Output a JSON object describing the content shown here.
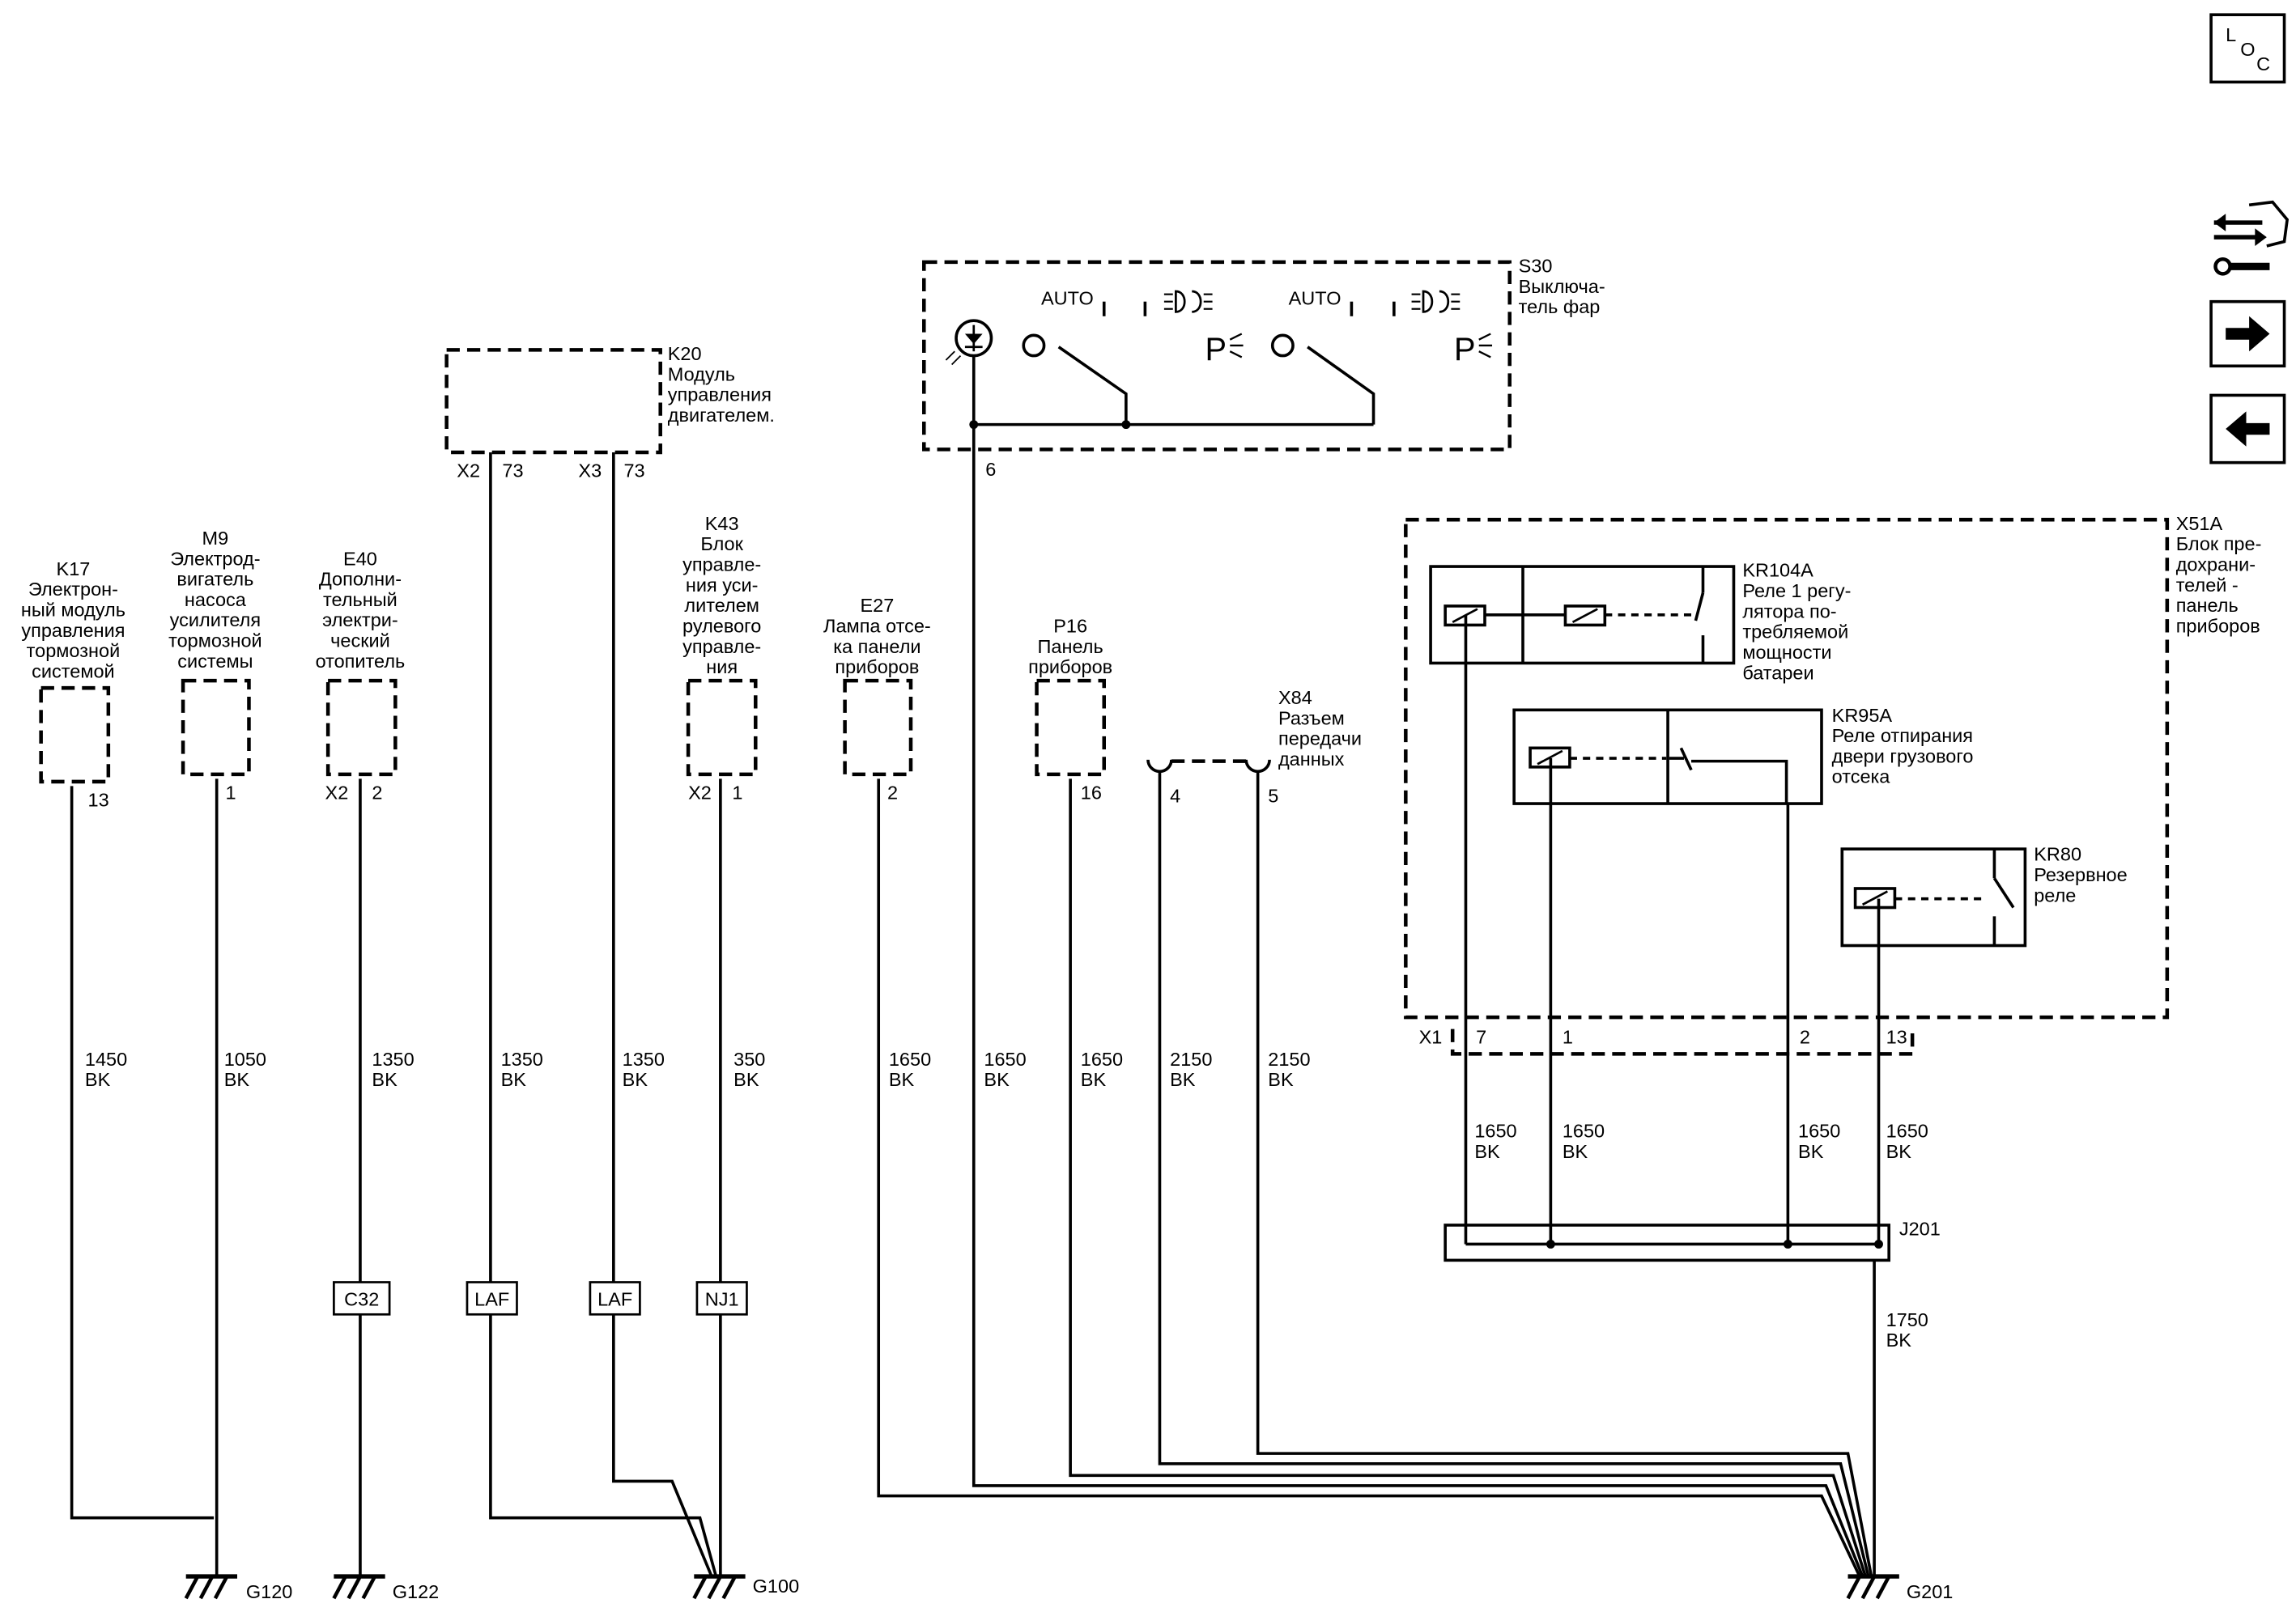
{
  "nav": {
    "loc": {
      "l": "L",
      "o": "O",
      "c": "C"
    }
  },
  "components": {
    "k17": {
      "id": "K17",
      "lines": [
        "Электрон-",
        "ный модуль",
        "управления",
        "тормозной",
        "системой"
      ],
      "pin": "13"
    },
    "m9": {
      "id": "M9",
      "lines": [
        "Электрод-",
        "вигатель",
        "насоса",
        "усилителя",
        "тормозной",
        "системы"
      ],
      "pin": "1"
    },
    "e40": {
      "id": "E40",
      "lines": [
        "Дополни-",
        "тельный",
        "электри-",
        "ческий",
        "отопитель"
      ],
      "conn": "X2",
      "pin": "2"
    },
    "k20": {
      "id": "K20",
      "lines": [
        "Модуль",
        "управления",
        "двигателем."
      ],
      "conn1": "X2",
      "pin1": "73",
      "conn2": "X3",
      "pin2": "73"
    },
    "k43": {
      "id": "K43",
      "lines": [
        "Блок",
        "управле-",
        "ния уси-",
        "лителем",
        "рулевого",
        "управле-",
        "ния"
      ],
      "conn": "X2",
      "pin": "1"
    },
    "e27": {
      "id": "E27",
      "lines": [
        "Лампа отсе-",
        "ка панели",
        "приборов"
      ],
      "pin": "2"
    },
    "p16": {
      "id": "P16",
      "lines": [
        "Панель",
        "приборов"
      ],
      "pin": "16"
    },
    "x84": {
      "id": "X84",
      "lines": [
        "Разъем",
        "передачи",
        "данных"
      ],
      "pin1": "4",
      "pin2": "5"
    },
    "s30": {
      "id": "S30",
      "lines": [
        "Выключа-",
        "тель фар"
      ],
      "pin": "6",
      "auto1": "AUTO",
      "auto2": "AUTO",
      "p1": "P",
      "p2": "P"
    },
    "x51a": {
      "id": "X51A",
      "lines": [
        "Блок пре-",
        "дохрани-",
        "телей -",
        "панель",
        "приборов"
      ],
      "conn": "X1",
      "pins": [
        "7",
        "1",
        "2",
        "13"
      ]
    },
    "kr104a": {
      "id": "KR104A",
      "lines": [
        "Реле 1 регу-",
        "лятора по-",
        "требляемой",
        "мощности",
        "батареи"
      ]
    },
    "kr95a": {
      "id": "KR95A",
      "lines": [
        "Реле отпирания",
        "двери грузового",
        "отсека"
      ]
    },
    "kr80": {
      "id": "KR80",
      "lines": [
        "Резервное",
        "реле"
      ]
    },
    "j201": {
      "id": "J201"
    }
  },
  "wires": {
    "k17": {
      "circuit": "1450",
      "color": "BK"
    },
    "m9": {
      "circuit": "1050",
      "color": "BK"
    },
    "e40": {
      "circuit": "1350",
      "color": "BK"
    },
    "k20a": {
      "circuit": "1350",
      "color": "BK"
    },
    "k20b": {
      "circuit": "1350",
      "color": "BK"
    },
    "k43": {
      "circuit": "350",
      "color": "BK"
    },
    "e27": {
      "circuit": "1650",
      "color": "BK"
    },
    "s30": {
      "circuit": "1650",
      "color": "BK"
    },
    "p16": {
      "circuit": "1650",
      "color": "BK"
    },
    "x84a": {
      "circuit": "2150",
      "color": "BK"
    },
    "x84b": {
      "circuit": "2150",
      "color": "BK"
    },
    "x51a_7": {
      "circuit": "1650",
      "color": "BK"
    },
    "x51a_1": {
      "circuit": "1650",
      "color": "BK"
    },
    "x51a_2": {
      "circuit": "1650",
      "color": "BK"
    },
    "x51a_13": {
      "circuit": "1650",
      "color": "BK"
    },
    "j201_out": {
      "circuit": "1750",
      "color": "BK"
    }
  },
  "inline_connectors": [
    "C32",
    "LAF",
    "LAF",
    "NJ1"
  ],
  "grounds": [
    "G120",
    "G122",
    "G100",
    "G201"
  ]
}
